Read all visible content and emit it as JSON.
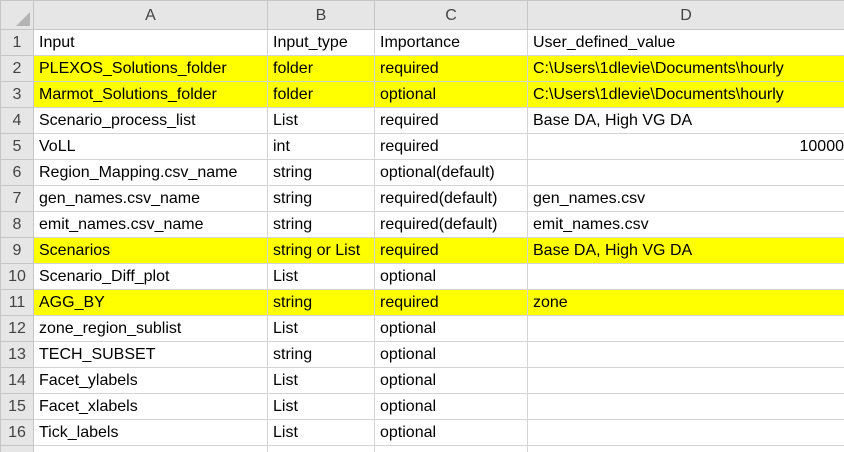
{
  "columns": [
    "A",
    "B",
    "C",
    "D"
  ],
  "colors": {
    "highlight": "#ffff00",
    "header_bg": "#e6e6e6",
    "gridline": "#d4d4d4"
  },
  "rows": [
    {
      "num": "1",
      "a": "Input",
      "b": "Input_type",
      "c": "Importance",
      "d": "User_defined_value",
      "highlight": false
    },
    {
      "num": "2",
      "a": "PLEXOS_Solutions_folder",
      "b": "folder",
      "c": "required",
      "d": "C:\\Users\\1dlevie\\Documents\\hourly",
      "highlight": true
    },
    {
      "num": "3",
      "a": "Marmot_Solutions_folder",
      "b": "folder",
      "c": "optional",
      "d": "C:\\Users\\1dlevie\\Documents\\hourly",
      "highlight": true
    },
    {
      "num": "4",
      "a": "Scenario_process_list",
      "b": "List",
      "c": "required",
      "d": "Base DA, High VG DA",
      "highlight": false
    },
    {
      "num": "5",
      "a": "VoLL",
      "b": "int",
      "c": "required",
      "d": "10000",
      "highlight": false,
      "numeric_d": true
    },
    {
      "num": "6",
      "a": "Region_Mapping.csv_name",
      "b": "string",
      "c": "optional(default)",
      "d": "",
      "highlight": false
    },
    {
      "num": "7",
      "a": "gen_names.csv_name",
      "b": "string",
      "c": "required(default)",
      "d": "gen_names.csv",
      "highlight": false
    },
    {
      "num": "8",
      "a": "emit_names.csv_name",
      "b": "string",
      "c": "required(default)",
      "d": "emit_names.csv",
      "highlight": false
    },
    {
      "num": "9",
      "a": "Scenarios",
      "b": "string or List",
      "c": "required",
      "d": "Base DA, High VG DA",
      "highlight": true
    },
    {
      "num": "10",
      "a": "Scenario_Diff_plot",
      "b": "List",
      "c": "optional",
      "d": "",
      "highlight": false
    },
    {
      "num": "11",
      "a": "AGG_BY",
      "b": "string",
      "c": "required",
      "d": "zone",
      "highlight": true
    },
    {
      "num": "12",
      "a": "zone_region_sublist",
      "b": "List",
      "c": "optional",
      "d": "",
      "highlight": false
    },
    {
      "num": "13",
      "a": "TECH_SUBSET",
      "b": "string",
      "c": "optional",
      "d": "",
      "highlight": false
    },
    {
      "num": "14",
      "a": "Facet_ylabels",
      "b": "List",
      "c": "optional",
      "d": "",
      "highlight": false
    },
    {
      "num": "15",
      "a": "Facet_xlabels",
      "b": "List",
      "c": "optional",
      "d": "",
      "highlight": false
    },
    {
      "num": "16",
      "a": "Tick_labels",
      "b": "List",
      "c": "optional",
      "d": "",
      "highlight": false
    },
    {
      "num": "",
      "a": "",
      "b": "",
      "c": "",
      "d": "",
      "highlight": false
    }
  ]
}
